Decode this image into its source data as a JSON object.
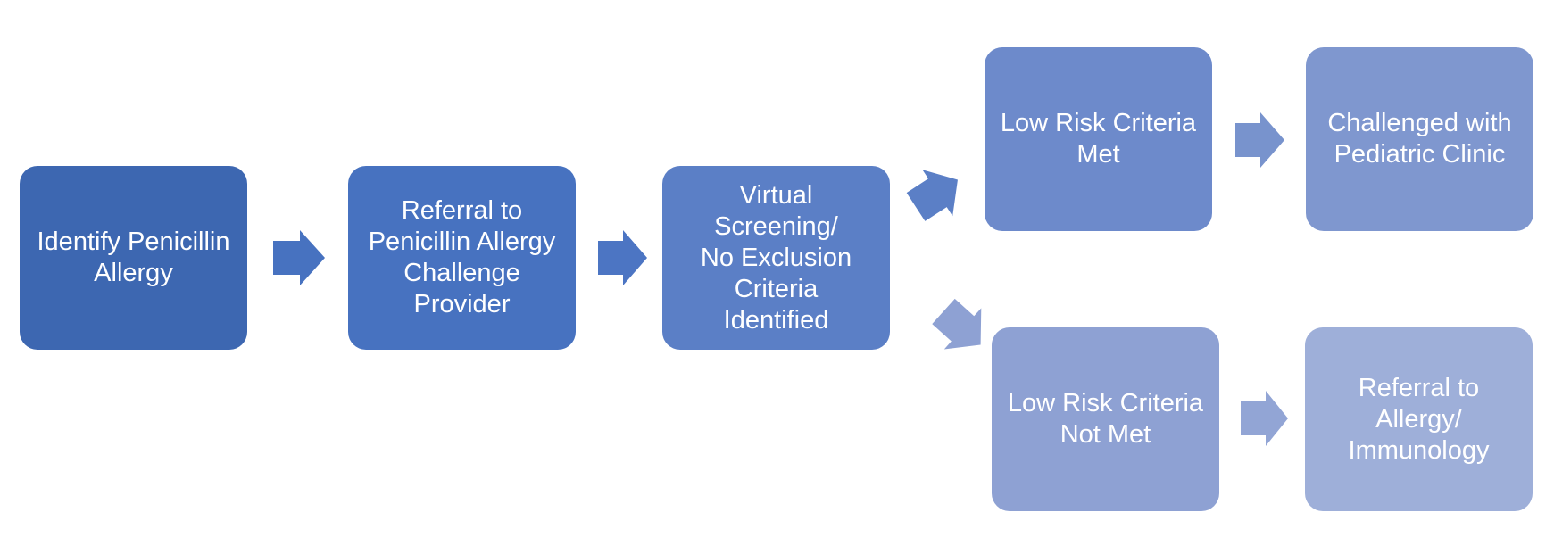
{
  "nodes": [
    {
      "id": "n1",
      "name": "node-identify-penicillin-allergy",
      "label": "Identify Penicillin\nAllergy",
      "color": "#3d67b1"
    },
    {
      "id": "n2",
      "name": "node-referral-to-challenge-provider",
      "label": "Referral to\nPenicillin Allergy\nChallenge\nProvider",
      "color": "#4772c0"
    },
    {
      "id": "n3",
      "name": "node-virtual-screening",
      "label": "Virtual\nScreening/\nNo Exclusion\nCriteria\nIdentified",
      "color": "#5b7fc6"
    },
    {
      "id": "n4",
      "name": "node-low-risk-criteria-met",
      "label": "Low Risk Criteria\nMet",
      "color": "#6d8acb"
    },
    {
      "id": "n5",
      "name": "node-challenged-with-pediatric-clinic",
      "label": "Challenged with\nPediatric Clinic",
      "color": "#7f97cf"
    },
    {
      "id": "n6",
      "name": "node-low-risk-criteria-not-met",
      "label": "Low Risk Criteria\nNot Met",
      "color": "#8ea1d3"
    },
    {
      "id": "n7",
      "name": "node-referral-to-allergy-immunology",
      "label": "Referral to\nAllergy/\nImmunology",
      "color": "#9eafd9"
    }
  ],
  "edges": [
    {
      "from": "n1",
      "to": "n2",
      "color": "#4772c0"
    },
    {
      "from": "n2",
      "to": "n3",
      "color": "#4c75c3"
    },
    {
      "from": "n3",
      "to": "n4",
      "color": "#5b7fc6"
    },
    {
      "from": "n3",
      "to": "n6",
      "color": "#8ea1d3"
    },
    {
      "from": "n4",
      "to": "n5",
      "color": "#7893cd"
    },
    {
      "from": "n6",
      "to": "n7",
      "color": "#92a5d5"
    }
  ]
}
